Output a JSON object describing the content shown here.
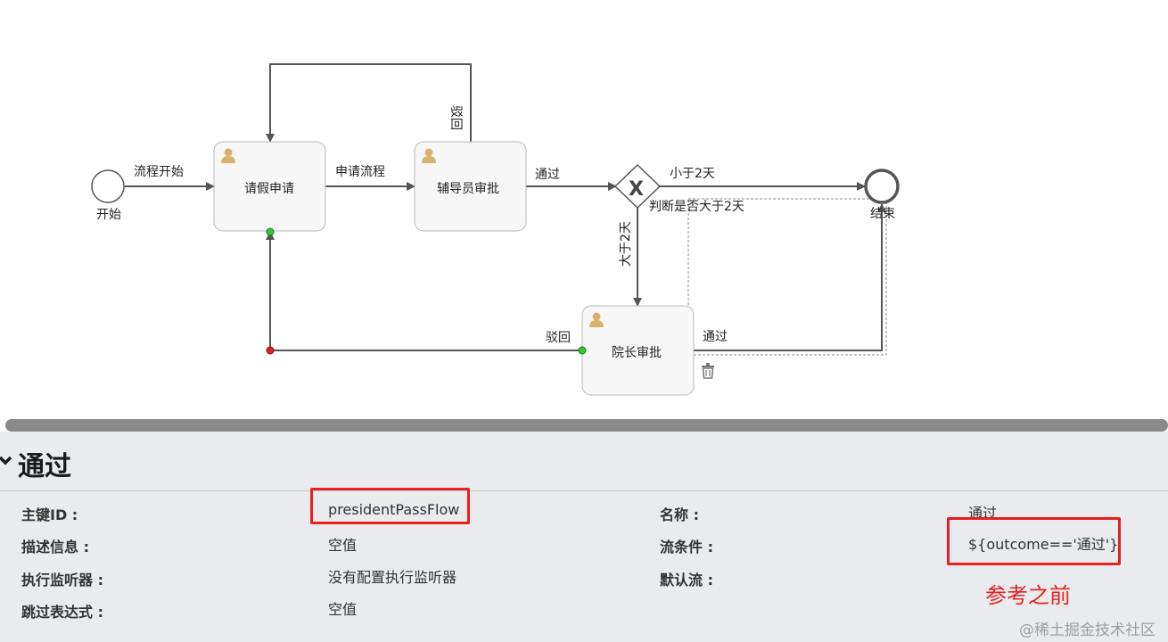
{
  "diagram": {
    "nodes": {
      "start": "开始",
      "apply": "请假申请",
      "counselor": "辅导员审批",
      "gateway": "判断是否大于2天",
      "dean": "院长审批",
      "end": "结束"
    },
    "flows": {
      "process_start": "流程开始",
      "apply_flow": "申请流程",
      "counselor_pass": "通过",
      "counselor_reject": "驳回",
      "lt_2_days": "小于2天",
      "gt_2_days": "大于2天",
      "dean_reject": "驳回",
      "dean_pass": "通过"
    },
    "gateway_symbol": "X"
  },
  "panel": {
    "title": "通过",
    "properties": {
      "id_label": "主键ID :",
      "id_value": "presidentPassFlow",
      "desc_label": "描述信息 :",
      "desc_value": "空值",
      "listener_label": "执行监听器 :",
      "listener_value": "没有配置执行监听器",
      "skip_label": "跳过表达式 :",
      "skip_value": "空值",
      "name_label": "名称 :",
      "name_value": "通过",
      "condition_label": "流条件 :",
      "condition_value": "${outcome=='通过'}",
      "default_label": "默认流 :"
    }
  },
  "annotation": "参考之前",
  "watermark": "@稀土掘金技术社区",
  "colors": {
    "highlight": "#e8201f",
    "task_fill": "#f7f7f7",
    "task_stroke": "#bbbbbb",
    "flow_stroke": "#555555",
    "user_icon": "#d8b26a"
  }
}
